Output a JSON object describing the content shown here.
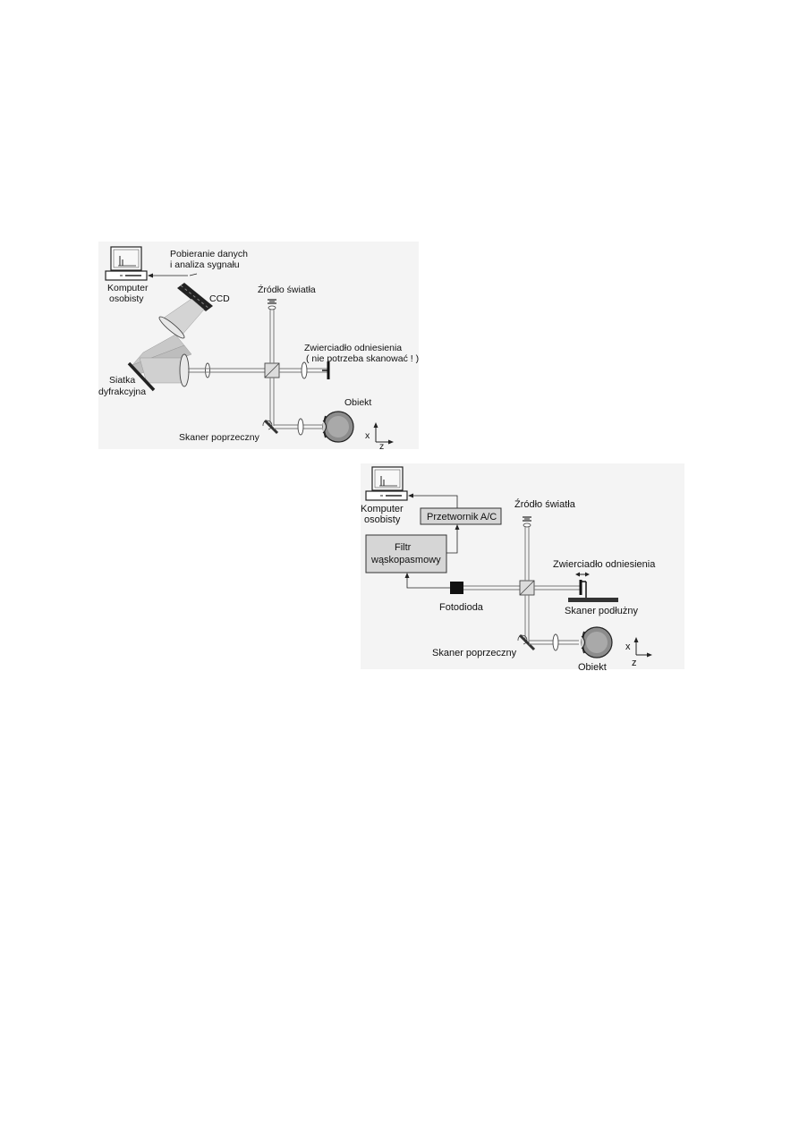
{
  "figure_a": {
    "labels": {
      "data_acq_line1": "Pobieranie danych",
      "data_acq_line2": "i analiza sygnału",
      "computer_line1": "Komputer",
      "computer_line2": "osobisty",
      "ccd": "CCD",
      "light_source": "Źródło światła",
      "reference_mirror_line1": "Zwierciadło odniesienia",
      "reference_mirror_line2": "( nie potrzeba skanować ! )",
      "grating_line1": "Siatka",
      "grating_line2": "dyfrakcyjna",
      "object": "Obiekt",
      "transverse_scanner": "Skaner poprzeczny",
      "axis_x": "x",
      "axis_z": "z"
    }
  },
  "figure_b": {
    "labels": {
      "computer_line1": "Komputer",
      "computer_line2": "osobisty",
      "converter": "Przetwornik A/C",
      "light_source": "Źródło światła",
      "filter_line1": "Filtr",
      "filter_line2": "wąskopasmowy",
      "reference_mirror": "Zwierciadło odniesienia",
      "photodiode": "Fotodioda",
      "longitudinal_scanner": "Skaner podłużny",
      "transverse_scanner": "Skaner poprzeczny",
      "object": "Obiekt",
      "axis_x": "x",
      "axis_z": "z"
    }
  }
}
